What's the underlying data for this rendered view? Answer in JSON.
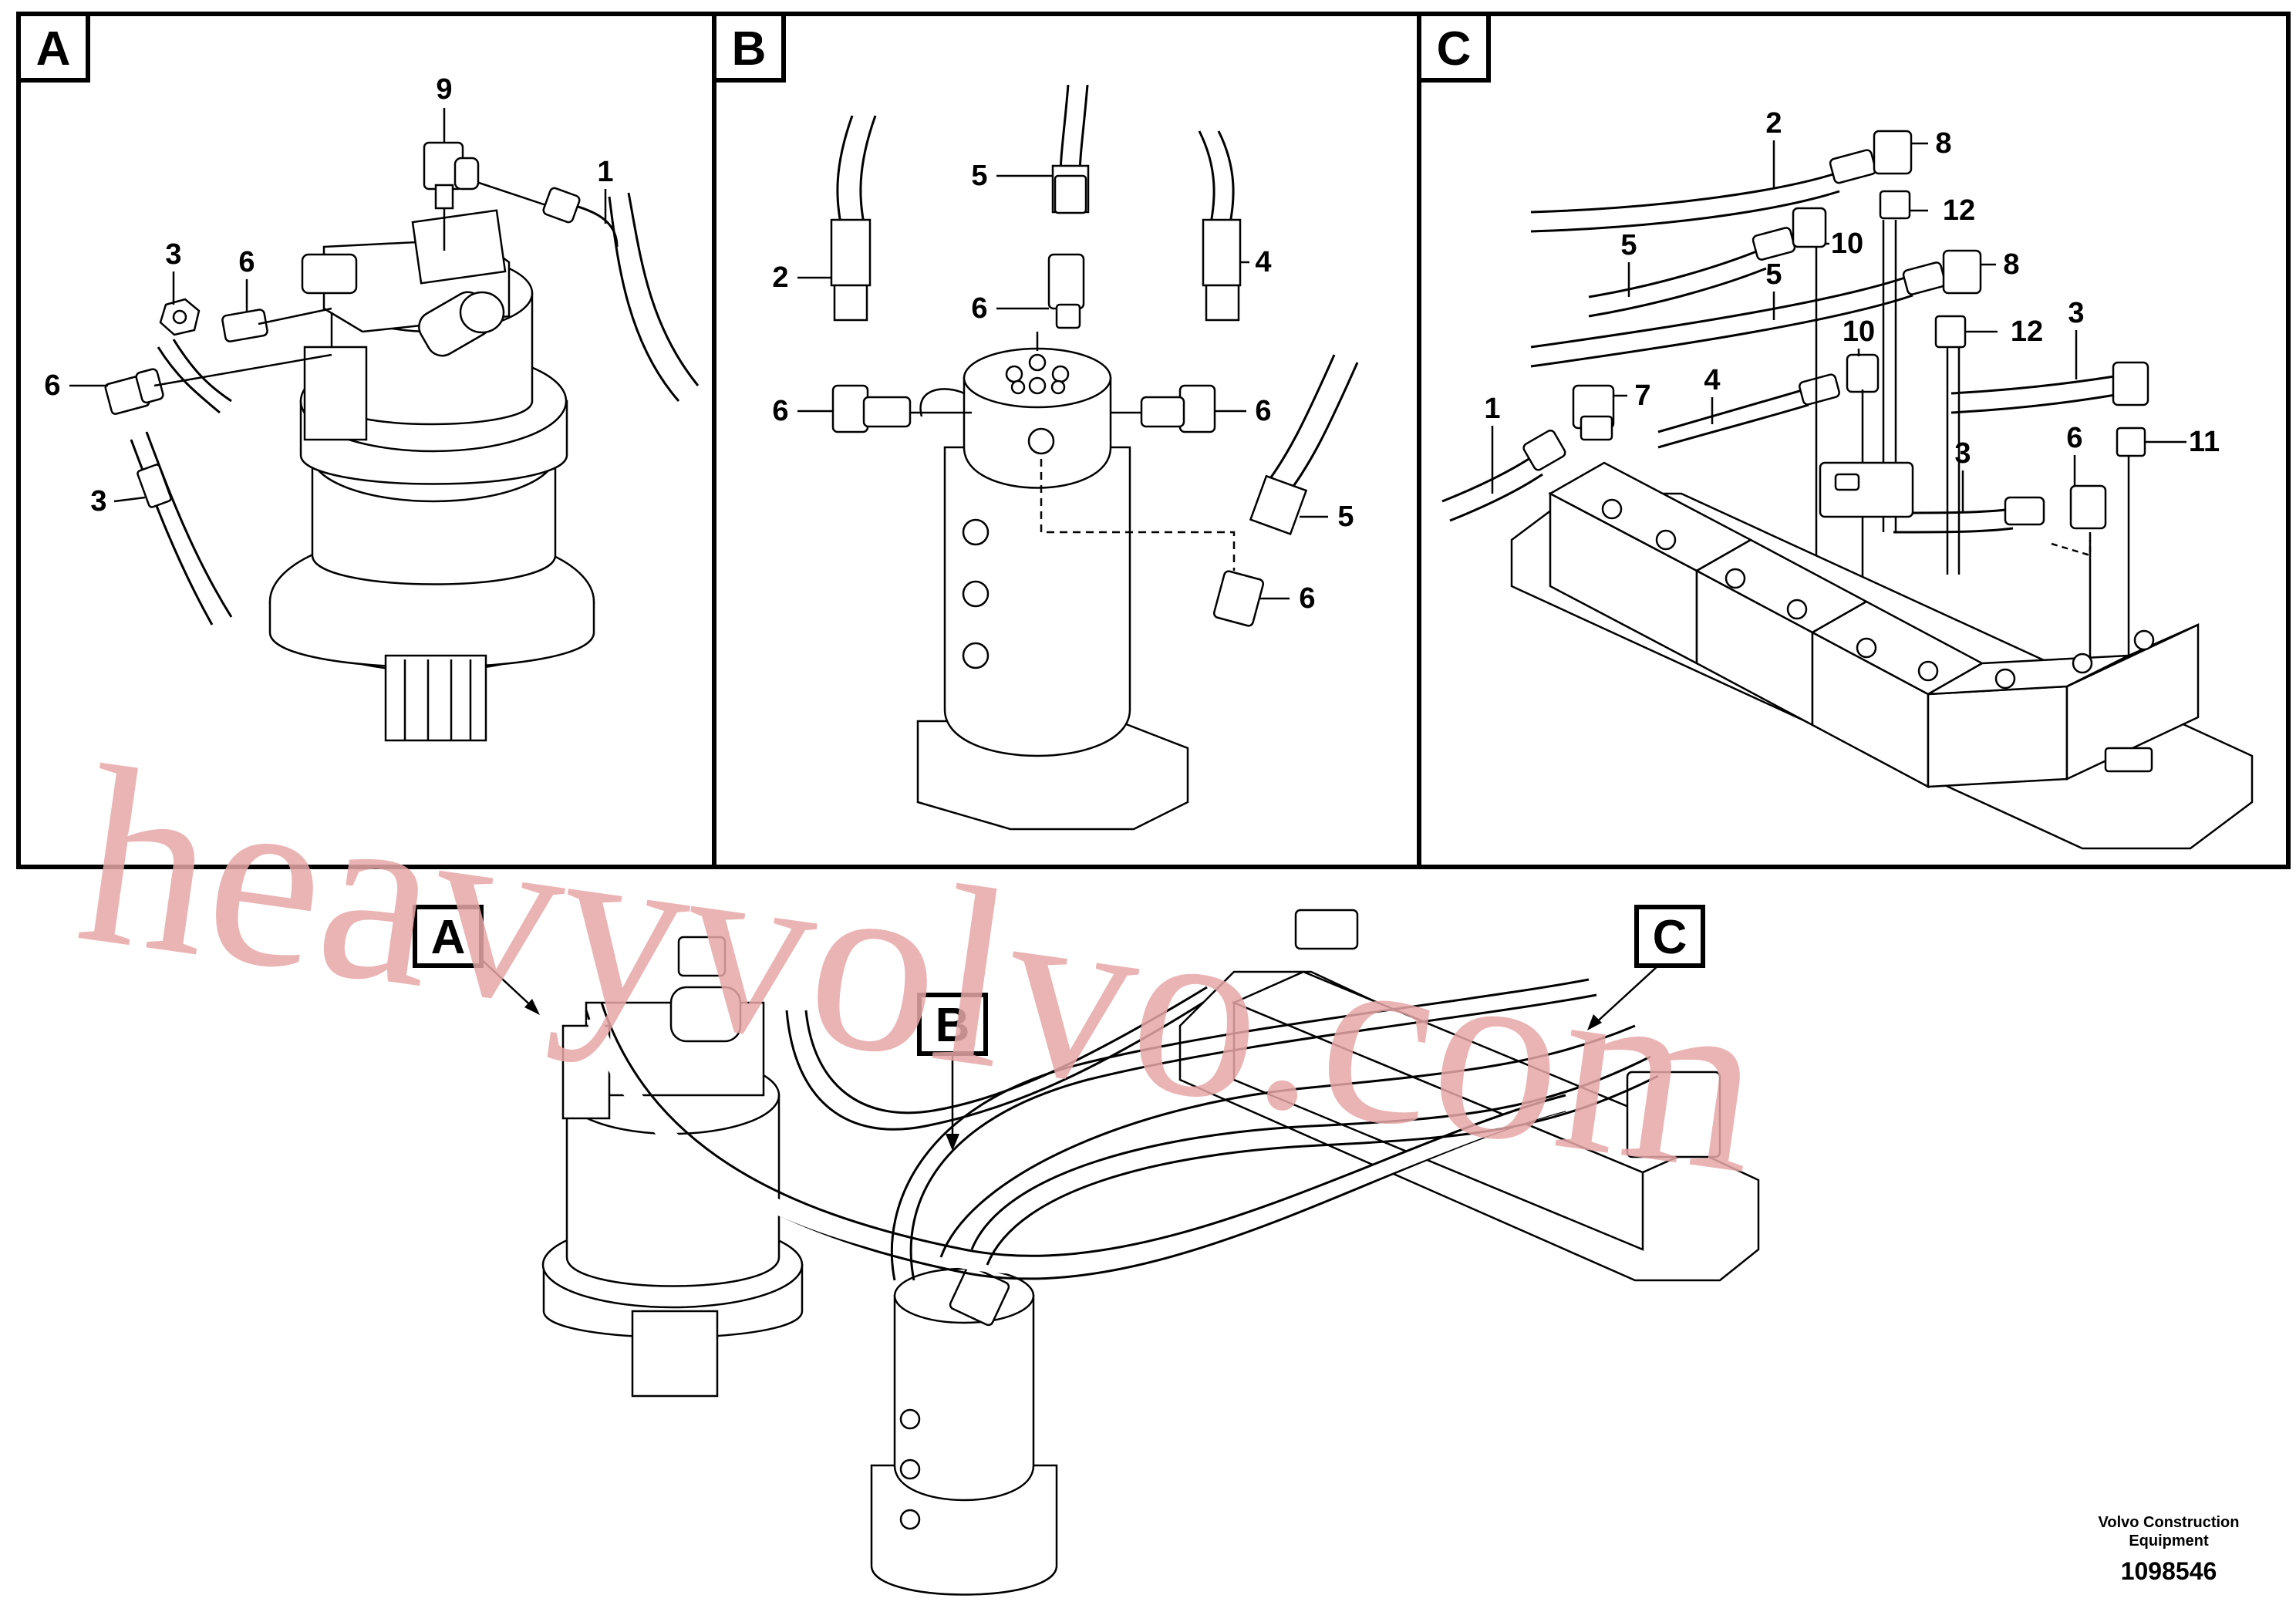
{
  "panels": [
    {
      "letter": "A"
    },
    {
      "letter": "B"
    },
    {
      "letter": "C"
    }
  ],
  "overview_labels": [
    "A",
    "B",
    "C"
  ],
  "callouts": {
    "A": [
      "9",
      "1",
      "3",
      "6",
      "6",
      "3"
    ],
    "B": [
      "5",
      "2",
      "4",
      "6",
      "6",
      "6",
      "5",
      "6"
    ],
    "C": [
      "2",
      "8",
      "12",
      "5",
      "10",
      "5",
      "8",
      "12",
      "3",
      "10",
      "4",
      "7",
      "1",
      "3",
      "6",
      "11"
    ]
  },
  "watermark": "heavyvolvo.com",
  "footer": {
    "company_line1": "Volvo Construction",
    "company_line2": "Equipment",
    "drawing_number": "1098546"
  }
}
